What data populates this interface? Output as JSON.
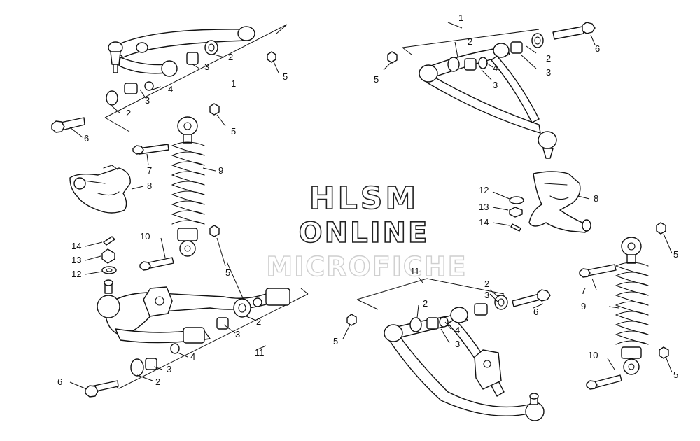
{
  "watermark": {
    "line1": "HLSM",
    "line2": "ONLINE",
    "line3": "MICROFICHE"
  },
  "callouts": {
    "tl_1": "1",
    "tl_2a": "2",
    "tl_2b": "2",
    "tl_3a": "3",
    "tl_3b": "3",
    "tl_4": "4",
    "tl_5": "5",
    "tl_6": "6",
    "tr_1": "1",
    "tr_2a": "2",
    "tr_2b": "2",
    "tr_3a": "3",
    "tr_3b": "3",
    "tr_4": "4",
    "tr_5": "5",
    "tr_6": "6",
    "ml_5": "5",
    "ml_7": "7",
    "ml_8": "8",
    "ml_9": "9",
    "ml_10": "10",
    "ml_5b": "5",
    "ml_12": "12",
    "ml_13": "13",
    "ml_14": "14",
    "mr_8": "8",
    "mr_12": "12",
    "mr_13": "13",
    "mr_14": "14",
    "bl_2a": "2",
    "bl_2b": "2",
    "bl_3a": "3",
    "bl_3b": "3",
    "bl_4": "4",
    "bl_6": "6",
    "bl_11": "11",
    "br_2a": "2",
    "br_2b": "2",
    "br_3a": "3",
    "br_3b": "3",
    "br_4": "4",
    "br_5": "5",
    "br_6": "6",
    "br_11": "11",
    "rs_5a": "5",
    "rs_5b": "5",
    "rs_7": "7",
    "rs_9": "9",
    "rs_10": "10"
  }
}
